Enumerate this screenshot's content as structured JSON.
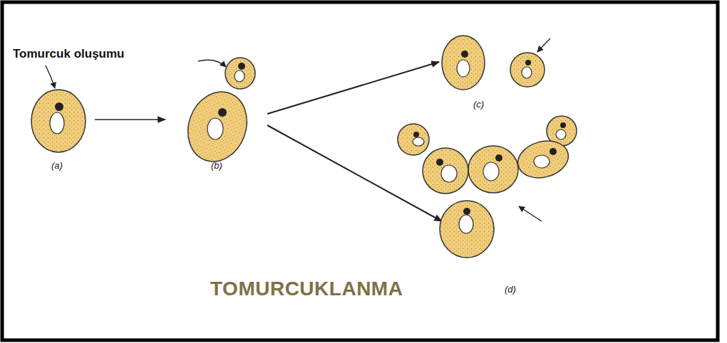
{
  "diagram": {
    "title": "TOMURCUKLANMA",
    "labels": [
      "Tomurcuk oluşumu",
      "(a)",
      "(b)",
      "(c)",
      "(d)"
    ]
  }
}
